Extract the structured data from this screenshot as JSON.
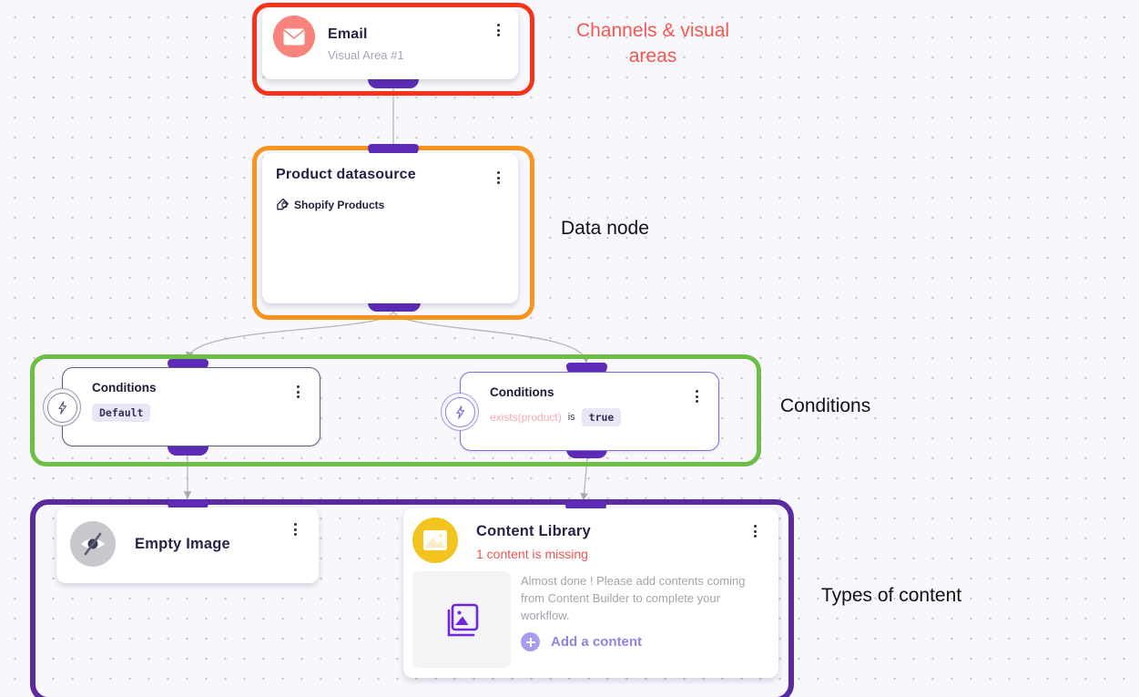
{
  "labels": {
    "channels_line1": "Channels & visual",
    "channels_line2": "areas",
    "data_node": "Data node",
    "conditions": "Conditions",
    "types_of_content": "Types of content"
  },
  "colors": {
    "annotation_red": "#f5331c",
    "annotation_orange": "#f7941d",
    "annotation_green": "#6cbe44",
    "annotation_purple": "#5b2a9e",
    "connector_tab_purple": "#5e2bb8",
    "label_red_text": "#f4574d",
    "email_icon_bg": "#f8837d",
    "library_icon_bg": "#f2c41d",
    "warning_red": "#f05455",
    "add_content_purple": "#9183e6",
    "canvas_bg": "#f7f7fc"
  },
  "nodes": {
    "email": {
      "title": "Email",
      "subtitle": "Visual Area #1"
    },
    "product_datasource": {
      "title": "Product datasource",
      "source": "Shopify Products"
    },
    "conditions_left": {
      "title": "Conditions",
      "badge": "Default"
    },
    "conditions_right": {
      "title": "Conditions",
      "expression": "exists(product)",
      "operator": "is",
      "value": "true"
    },
    "empty_image": {
      "title": "Empty Image"
    },
    "content_library": {
      "title": "Content Library",
      "warning": "1 content is missing",
      "message": "Almost done ! Please add contents coming from Content Builder to complete your workflow.",
      "add_button": "Add a content"
    }
  }
}
